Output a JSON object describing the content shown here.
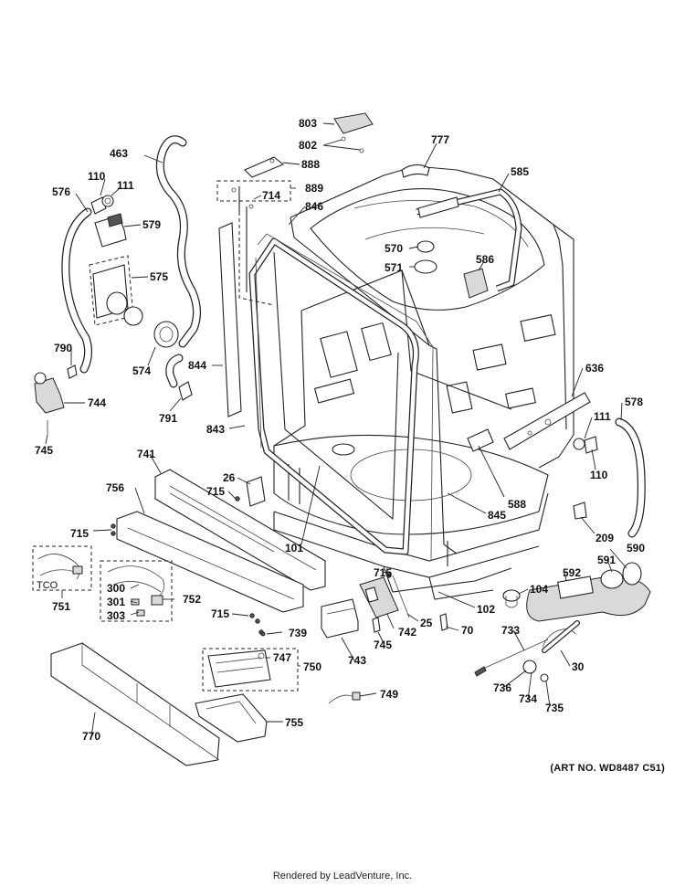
{
  "parts": [
    {
      "id": "p803",
      "label": "803"
    },
    {
      "id": "p802",
      "label": "802"
    },
    {
      "id": "p777",
      "label": "777"
    },
    {
      "id": "p888",
      "label": "888"
    },
    {
      "id": "p889",
      "label": "889"
    },
    {
      "id": "p714",
      "label": "714"
    },
    {
      "id": "p846",
      "label": "846"
    },
    {
      "id": "p585",
      "label": "585"
    },
    {
      "id": "p463",
      "label": "463"
    },
    {
      "id": "p110a",
      "label": "110"
    },
    {
      "id": "p111a",
      "label": "111"
    },
    {
      "id": "p576",
      "label": "576"
    },
    {
      "id": "p579",
      "label": "579"
    },
    {
      "id": "p575",
      "label": "575"
    },
    {
      "id": "p570",
      "label": "570"
    },
    {
      "id": "p571",
      "label": "571"
    },
    {
      "id": "p586",
      "label": "586"
    },
    {
      "id": "p574",
      "label": "574"
    },
    {
      "id": "p844",
      "label": "844"
    },
    {
      "id": "p790",
      "label": "790"
    },
    {
      "id": "p744",
      "label": "744"
    },
    {
      "id": "p791",
      "label": "791"
    },
    {
      "id": "p636",
      "label": "636"
    },
    {
      "id": "p578",
      "label": "578"
    },
    {
      "id": "p111b",
      "label": "111"
    },
    {
      "id": "p843",
      "label": "843"
    },
    {
      "id": "p745a",
      "label": "745"
    },
    {
      "id": "p110b",
      "label": "110"
    },
    {
      "id": "p741",
      "label": "741"
    },
    {
      "id": "p588",
      "label": "588"
    },
    {
      "id": "p26",
      "label": "26"
    },
    {
      "id": "p715a",
      "label": "715"
    },
    {
      "id": "p756",
      "label": "756"
    },
    {
      "id": "p845",
      "label": "845"
    },
    {
      "id": "p209",
      "label": "209"
    },
    {
      "id": "p715b",
      "label": "715"
    },
    {
      "id": "p590",
      "label": "590"
    },
    {
      "id": "p101",
      "label": "101"
    },
    {
      "id": "p591",
      "label": "591"
    },
    {
      "id": "p592",
      "label": "592"
    },
    {
      "id": "p715c",
      "label": "715"
    },
    {
      "id": "p104",
      "label": "104"
    },
    {
      "id": "p300",
      "label": "300"
    },
    {
      "id": "ptco",
      "label": "TCO"
    },
    {
      "id": "p752",
      "label": "752"
    },
    {
      "id": "p751",
      "label": "751"
    },
    {
      "id": "p301",
      "label": "301"
    },
    {
      "id": "p102",
      "label": "102"
    },
    {
      "id": "p303",
      "label": "303"
    },
    {
      "id": "p715d",
      "label": "715"
    },
    {
      "id": "p25",
      "label": "25"
    },
    {
      "id": "p742",
      "label": "742"
    },
    {
      "id": "p70",
      "label": "70"
    },
    {
      "id": "p739",
      "label": "739"
    },
    {
      "id": "p733",
      "label": "733"
    },
    {
      "id": "p745b",
      "label": "745"
    },
    {
      "id": "p743",
      "label": "743"
    },
    {
      "id": "p747",
      "label": "747"
    },
    {
      "id": "p750",
      "label": "750"
    },
    {
      "id": "p30",
      "label": "30"
    },
    {
      "id": "p736",
      "label": "736"
    },
    {
      "id": "p749",
      "label": "749"
    },
    {
      "id": "p734",
      "label": "734"
    },
    {
      "id": "p735",
      "label": "735"
    },
    {
      "id": "p755",
      "label": "755"
    },
    {
      "id": "p770",
      "label": "770"
    }
  ],
  "art_number": "(ART NO. WD8487 C51)",
  "footer": "Rendered by LeadVenture, Inc."
}
